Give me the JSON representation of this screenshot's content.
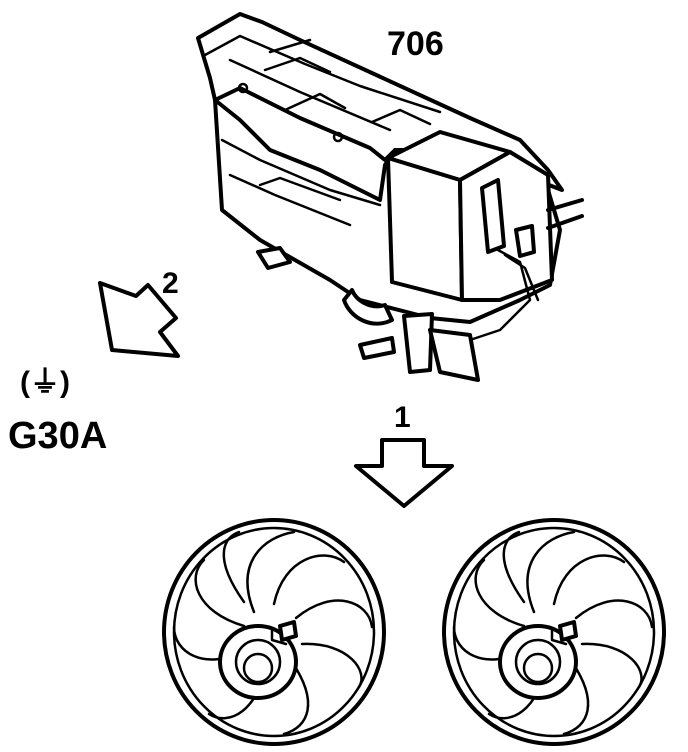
{
  "labels": {
    "part_number": "706",
    "view_1": "1",
    "view_2": "2",
    "ground_symbol": "(⏚)",
    "ground_ref": "G30A"
  }
}
